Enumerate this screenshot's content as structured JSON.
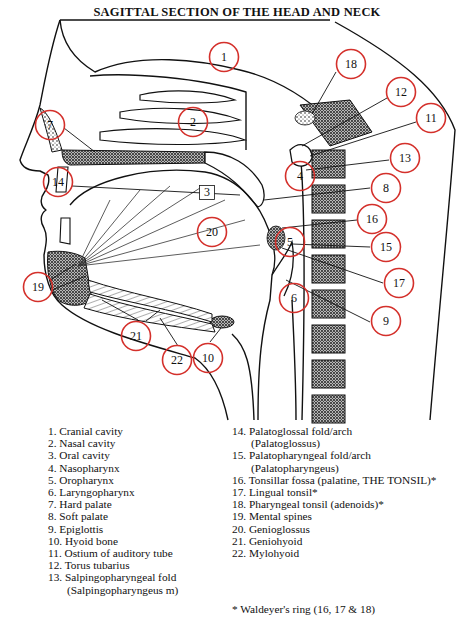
{
  "diagram": {
    "title": "SAGITTAL SECTION OF THE HEAD AND NECK",
    "nodes": [
      {
        "text": [
          "1"
        ]
      },
      {
        "text": [
          "2"
        ]
      },
      {
        "text": [
          "3"
        ]
      },
      {
        "text": [
          "4"
        ]
      },
      {
        "text": [
          "5"
        ]
      },
      {
        "text": [
          "6"
        ]
      },
      {
        "text": [
          "7"
        ]
      },
      {
        "text": [
          "8"
        ]
      },
      {
        "text": [
          "9"
        ]
      },
      {
        "text": [
          "10"
        ]
      },
      {
        "text": [
          "11"
        ]
      },
      {
        "text": [
          "12"
        ]
      },
      {
        "text": [
          "13"
        ]
      },
      {
        "text": [
          "14"
        ]
      },
      {
        "text": [
          "15"
        ]
      },
      {
        "text": [
          "16"
        ]
      },
      {
        "text": [
          "17"
        ]
      },
      {
        "text": [
          "18"
        ]
      },
      {
        "text": [
          "19"
        ]
      },
      {
        "text": [
          "20"
        ]
      },
      {
        "text": [
          "21"
        ]
      },
      {
        "text": [
          "22"
        ]
      }
    ],
    "labels": [
      "1. Cranial cavity",
      "2. Nasal cavity",
      "3. Oral cavity",
      "4. Nasopharynx",
      "5. Oropharynx",
      "6. Laryngopharynx",
      "7. Hard palate",
      "8. Soft palate",
      "9. Epiglottis",
      "10. Hyoid bone",
      "11. Ostium of auditory tube",
      "12. Torus tubarius",
      "13. Salpingopharyngeal fold (Salpingopharyngeus m)",
      "14. Palatoglossal fold/arch (Palatoglossus)",
      "15. Palatopharyngeal fold/arch (Palatopharyngeus)",
      "16. Tonsillar fossa (palatine, THE TONSIL)*",
      "17. Lingual tonsil*",
      "18. Pharyngeal tonsil (adenoids)*",
      "19. Mental spines",
      "20. Genioglossus",
      "21. Geniohyoid",
      "22. Mylohyoid",
      "* Waldeyer's ring (16, 17 & 18)"
    ]
  }
}
